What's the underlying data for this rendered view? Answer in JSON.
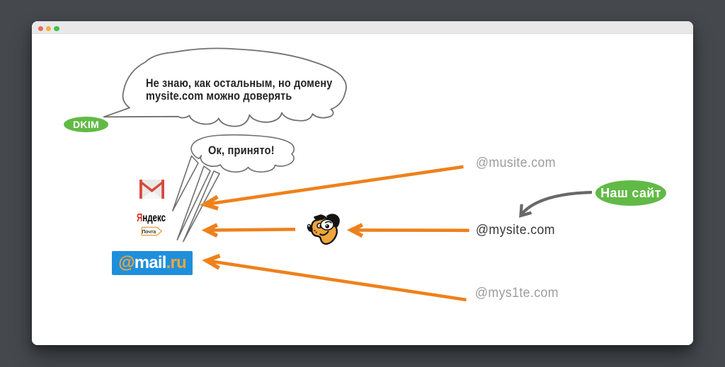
{
  "background_color": "#45494e",
  "window": {
    "titlebar_dots": {
      "close_color": "#ec6a5e",
      "minimize_color": "#f5b03c",
      "zoom_color": "#43c04a"
    }
  },
  "bubbles": {
    "main": {
      "line1": "Не знаю, как остальным, но домену",
      "line2": "mysite.com можно доверять",
      "speaker": "DKIM"
    },
    "reply": {
      "text": "Ок, принято!"
    }
  },
  "badges": {
    "dkim": {
      "label": "DKIM",
      "color": "#61ba46"
    },
    "our_site": {
      "label": "Наш сайт",
      "color": "#61ba46"
    }
  },
  "senders": [
    {
      "label": "@musite.com",
      "trusted": false
    },
    {
      "label": "@mysite.com",
      "trusted": true
    },
    {
      "label": "@mys1te.com",
      "trusted": false
    }
  ],
  "providers": {
    "gmail": {
      "name": "Gmail"
    },
    "yandex": {
      "word_first": "Я",
      "word_rest": "ндекс",
      "tag": "Почта"
    },
    "mailru": {
      "at": "@",
      "word": "mail",
      "tld": ".ru"
    }
  },
  "colors": {
    "arrow_orange": "#ee811c",
    "outline_gray": "#707070",
    "mailru_blue": "#1f8fdc",
    "gmail_red": "#d84a3b"
  }
}
